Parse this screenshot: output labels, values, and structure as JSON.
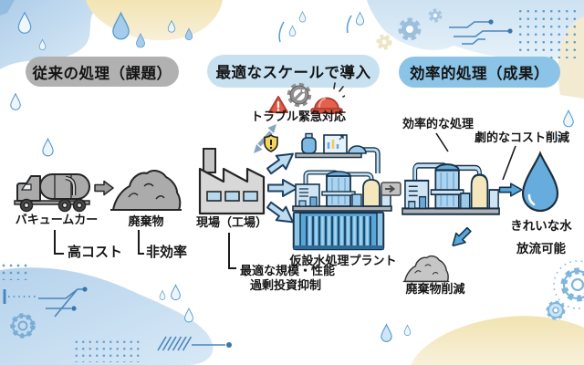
{
  "pills": {
    "conventional": "従来の処理（課題）",
    "optimal": "最適なスケールで導入",
    "efficient": "効率的処理（成果）"
  },
  "conventional": {
    "truck_label": "バキュームカー",
    "waste_label": "廃棄物",
    "issue_cost": "高コスト",
    "issue_inefficiency": "非効率"
  },
  "introduction": {
    "trouble_label": "トラブル緊急対応",
    "site_label": "現場（工場）",
    "plant_label": "仮設水処理プラント",
    "note_line1": "最適な規模・性能",
    "note_line2": "過剰投資抑制"
  },
  "results": {
    "process_label": "効率的な処理",
    "cost_label": "劇的なコスト削減",
    "clean_water_label": "きれいな水",
    "discharge_label": "放流可能",
    "waste_reduction_label": "廃棄物削減"
  },
  "icons": [
    "vacuum-truck-icon",
    "waste-pile-icon",
    "arrow-right-icon",
    "factory-icon",
    "warning-triangle-icon",
    "gear-wrench-icon",
    "siren-icon",
    "shield-exclamation-icon",
    "double-arrow-icon",
    "small-plant-icon",
    "treatment-plant-icon",
    "container-icon",
    "water-drop-icon",
    "small-waste-pile-icon",
    "gear-icon",
    "circuit-lines-icon",
    "rain-drop-icon"
  ],
  "colors": {
    "pill_gray": "#b1b1b1",
    "pill_light_blue": "#c7e1f1",
    "pill_blue": "#8bc4e7",
    "accent_blue": "#57a7d9",
    "light_arrow_blue": "#bedcef",
    "icon_gray": "#a8a8a8",
    "alert_red": "#e25a48",
    "shield_yellow": "#f2d45e",
    "plant_yellow": "#f3e7bb",
    "blob_blue": "#bcd7ee",
    "blob_yellow": "#f4e8c2",
    "text": "#161616"
  }
}
